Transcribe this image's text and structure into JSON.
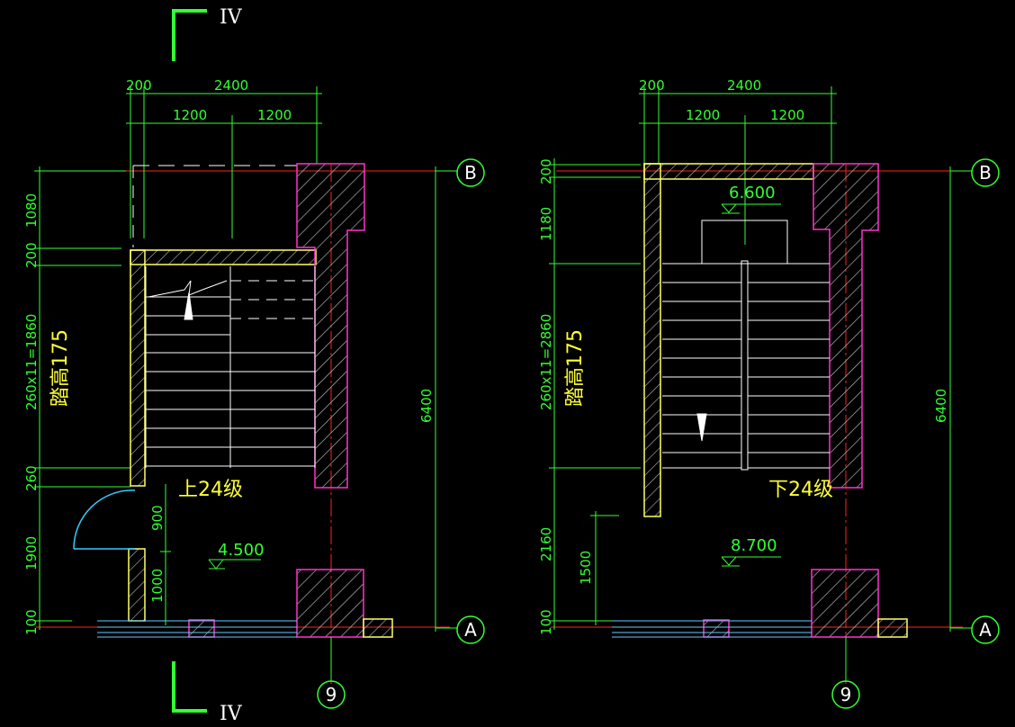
{
  "section_marks": {
    "top": "IV",
    "bottom": "IV"
  },
  "grid_axes": {
    "left_top": "B",
    "left_bottom": "A",
    "right_top": "B",
    "right_bottom": "A",
    "left_column": "9",
    "right_column": "9"
  },
  "left_plan": {
    "dims_top": {
      "wall": "200",
      "total": "2400",
      "half_left": "1200",
      "half_right": "1200"
    },
    "dims_left": {
      "d1": "1080",
      "d2": "200",
      "d3": "260x11=1860",
      "d4": "260",
      "d5": "1900",
      "d6": "100"
    },
    "dim_right": "6400",
    "door_dims": {
      "upper": "900",
      "lower": "1000"
    },
    "riser_note": "踏高175",
    "stair_note": "上24级",
    "level": "4.500"
  },
  "right_plan": {
    "dims_top": {
      "wall": "200",
      "total": "2400",
      "half_left": "1200",
      "half_right": "1200"
    },
    "dims_left": {
      "d1": "200",
      "d2": "1180",
      "d3": "260x11=2860",
      "d4": "2160",
      "d5": "1500",
      "d6": "100"
    },
    "dim_right": "6400",
    "riser_note": "踏高175",
    "stair_note": "下24级",
    "level_upper": "6.600",
    "level_lower": "8.700"
  },
  "colors": {
    "background": "#000000",
    "dimension": "#33ff33",
    "wall": "#ffff66",
    "column": "#ff33cc",
    "axis": "#ff2222",
    "stair": "#ffffff",
    "hatch": "#cccccc"
  }
}
